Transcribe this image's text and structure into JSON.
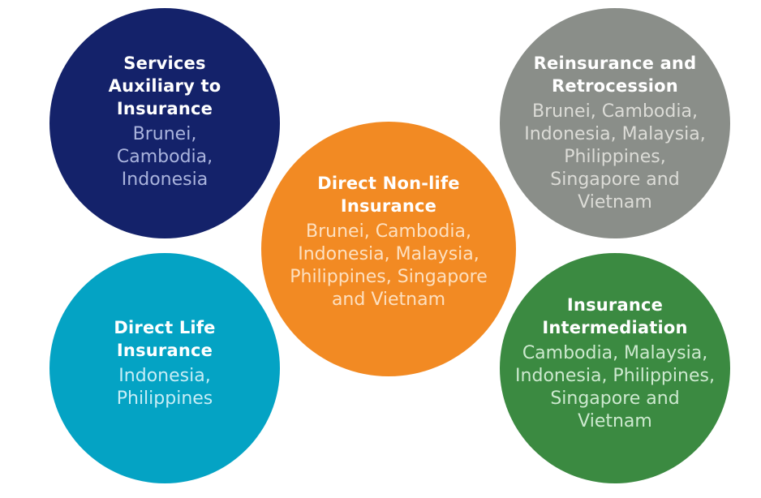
{
  "colors": {
    "services": "#14226a",
    "reinsurance": "#8a8e89",
    "direct_life": "#04a3c4",
    "intermediation": "#3b8a41",
    "direct_nonlife": "#f28a23"
  },
  "circles": {
    "services": {
      "title": "Services\nAuxiliary to\nInsurance",
      "countries": "Brunei,\nCambodia,\nIndonesia"
    },
    "reinsurance": {
      "title": "Reinsurance and\nRetrocession",
      "countries": "Brunei, Cambodia,\nIndonesia, Malaysia,\nPhilippines,\nSingapore and\nVietnam"
    },
    "direct_nonlife": {
      "title": "Direct Non-life\nInsurance",
      "countries": "Brunei, Cambodia,\nIndonesia, Malaysia,\nPhilippines, Singapore\nand Vietnam"
    },
    "direct_life": {
      "title": "Direct Life\nInsurance",
      "countries": "Indonesia,\nPhilippines"
    },
    "intermediation": {
      "title": "Insurance\nIntermediation",
      "countries": "Cambodia, Malaysia,\nIndonesia, Philippines,\nSingapore and\nVietnam"
    }
  }
}
